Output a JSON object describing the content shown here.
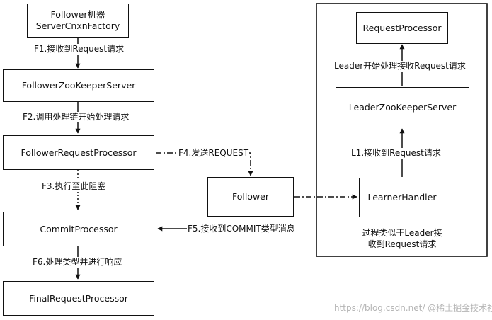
{
  "nodes": {
    "follower_machine": "Follower机器\nServerCnxnFactory",
    "follower_zk_server": "FollowerZooKeeperServer",
    "follower_request_processor": "FollowerRequestProcessor",
    "commit_processor": "CommitProcessor",
    "final_request_processor": "FinalRequestProcessor",
    "follower": "Follower",
    "request_processor": "RequestProcessor",
    "leader_zk_server": "LeaderZooKeeperServer",
    "learner_handler": "LearnerHandler"
  },
  "edges": {
    "f1": "F1.接收到Request请求",
    "f2": "F2.调用处理链开始处理请求",
    "f3": "F3.执行至此阻塞",
    "f4": "F4.发送REQUEST",
    "f5": "F5.接收到COMMIT类型消息",
    "f6": "F6.处理类型并进行响应",
    "l1": "L1.接收到Request请求",
    "leader_start": "Leader开始处理接收Request请求"
  },
  "leader_note": "过程类似于Leader接\n收到Request请求",
  "watermark": "https://blog.csdn.net/ @稀土掘金技术社区"
}
